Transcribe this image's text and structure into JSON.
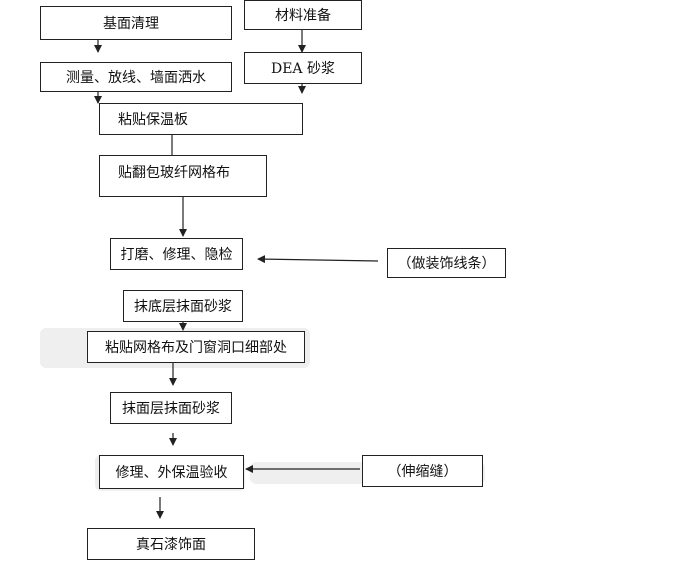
{
  "diagram": {
    "steps": {
      "substrate_cleaning": "基面清理",
      "measure_layout": "测量、放线、墙面洒水",
      "attach_insulation": "粘贴保温板",
      "fiber_mesh_wrap": "贴翻包玻纤网格布",
      "sand_repair_check": "打磨、修理、隐检",
      "base_coat_mortar": "抹底层抹面砂浆",
      "mesh_openings": "粘贴网格布及门窗洞口细部处",
      "surface_coat_mortar": "抹面层抹面砂浆",
      "repair_inspect": "修理、外保温验收",
      "stone_paint_finish": "真石漆饰面",
      "material_prep": "材料准备",
      "dea_mortar": "DEA 砂浆",
      "decor_strip": "（做装饰线条）",
      "expansion_joint": "（伸缩缝）"
    },
    "colors": {
      "line": "#222222",
      "box_border": "#222222",
      "smudge": "#efefef"
    }
  }
}
